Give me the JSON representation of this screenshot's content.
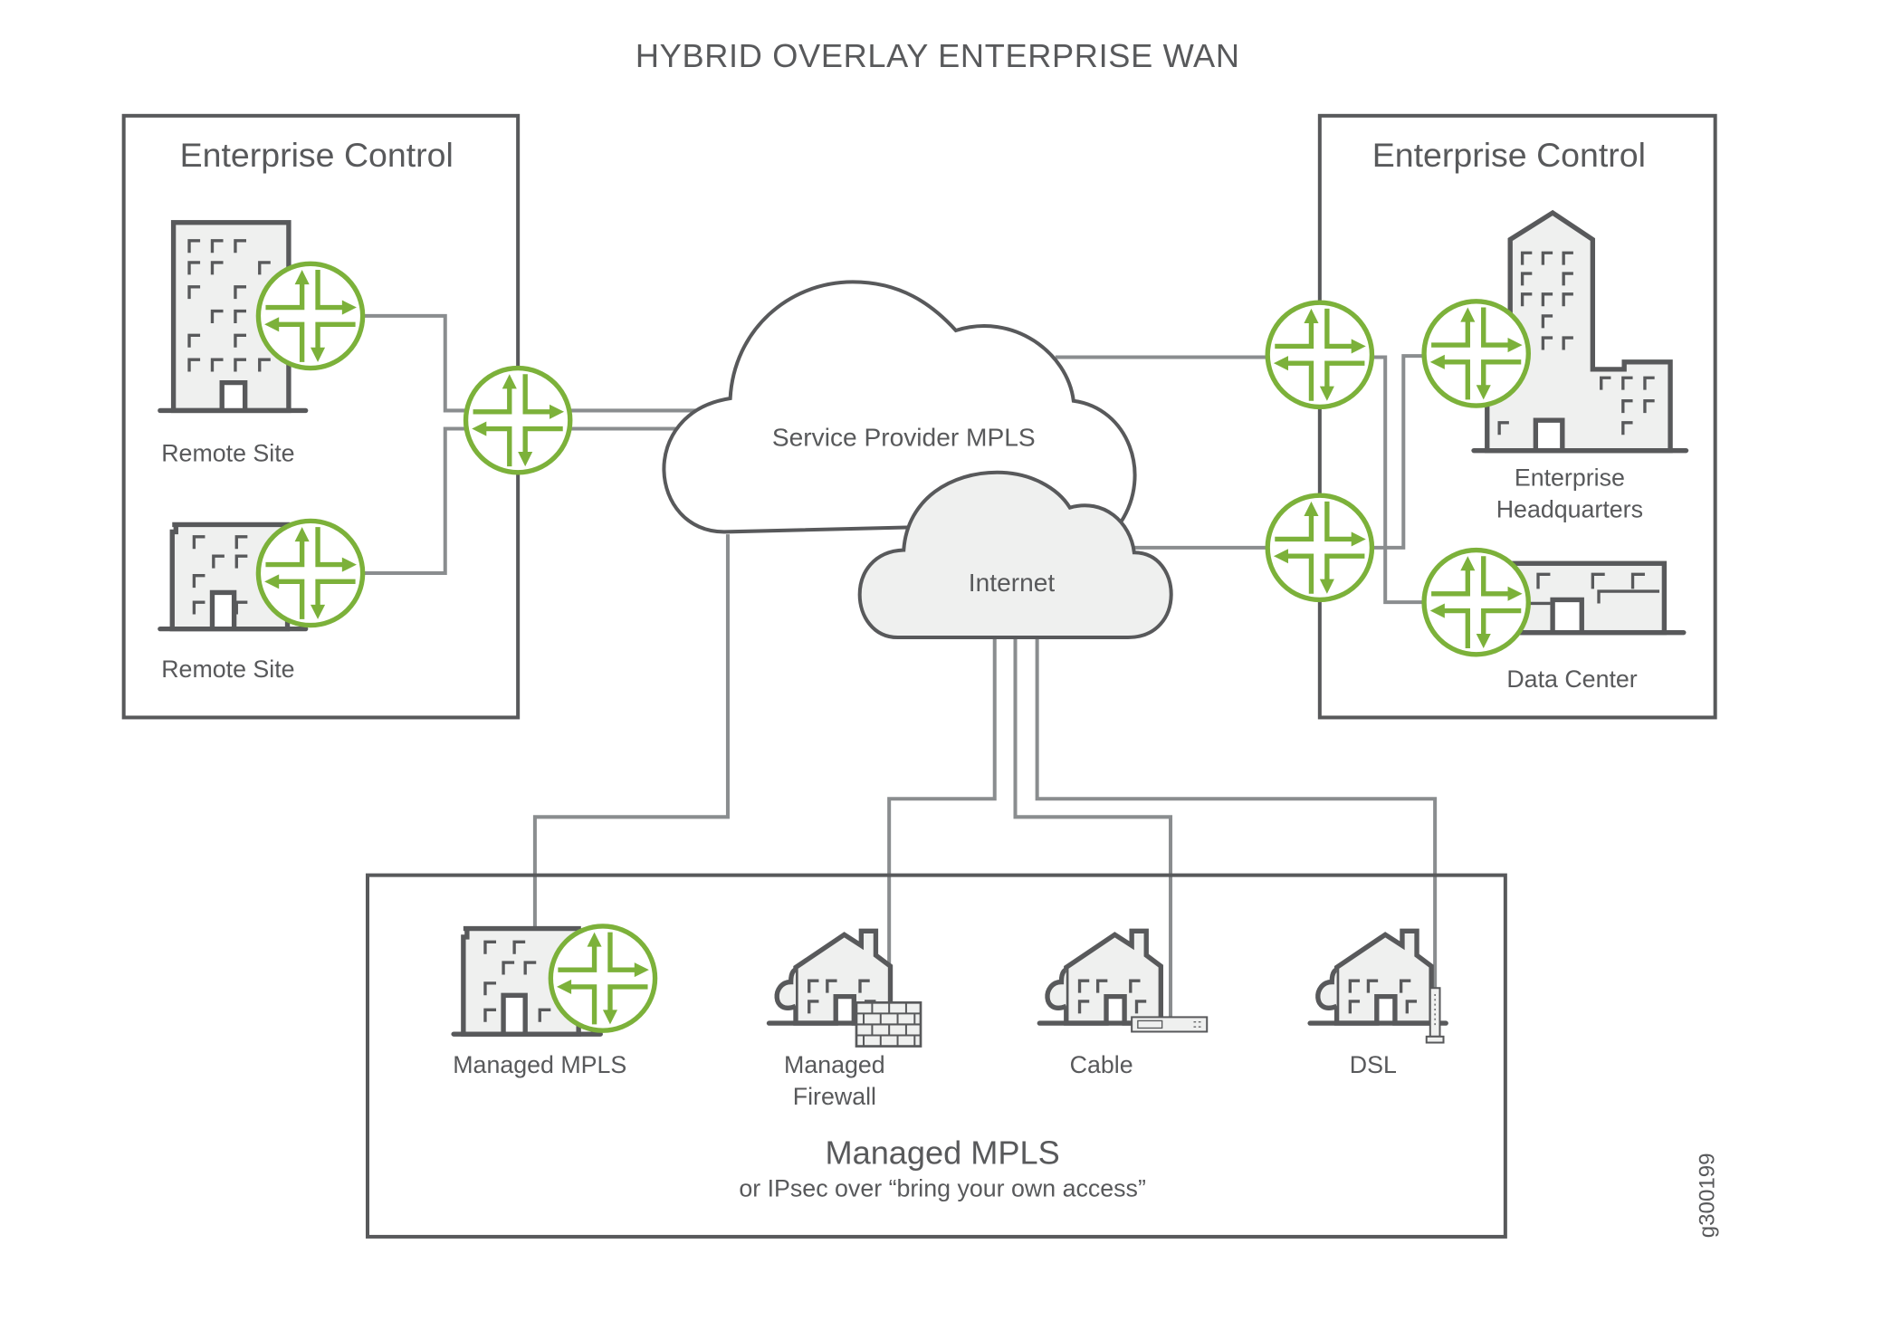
{
  "title": "HYBRID OVERLAY ENTERPRISE WAN",
  "colors": {
    "router_green": "#7cb13a",
    "outline": "#58595b",
    "link_gray": "#8a8d8f",
    "building_fill": "#eff0ef",
    "text": "#58595b"
  },
  "left_group": {
    "title": "Enterprise Control",
    "sites": [
      {
        "label": "Remote Site",
        "icon": "office-building-icon"
      },
      {
        "label": "Remote Site",
        "icon": "low-building-icon"
      }
    ]
  },
  "right_group": {
    "title": "Enterprise Control",
    "sites": [
      {
        "label_line1": "Enterprise",
        "label_line2": "Headquarters",
        "icon": "headquarters-building-icon"
      },
      {
        "label": "Data Center",
        "icon": "data-center-icon"
      }
    ]
  },
  "clouds": {
    "mpls": {
      "label": "Service Provider MPLS"
    },
    "internet": {
      "label": "Internet"
    }
  },
  "bottom_group": {
    "title": "Managed MPLS",
    "subtitle": "or IPsec over “bring your own access”",
    "sites": [
      {
        "label": "Managed MPLS",
        "icon": "low-building-icon"
      },
      {
        "label_line1": "Managed",
        "label_line2": "Firewall",
        "icon": "house-firewall-icon"
      },
      {
        "label": "Cable",
        "icon": "house-cable-modem-icon"
      },
      {
        "label": "DSL",
        "icon": "house-dsl-modem-icon"
      }
    ]
  },
  "figure_id": "g300199"
}
